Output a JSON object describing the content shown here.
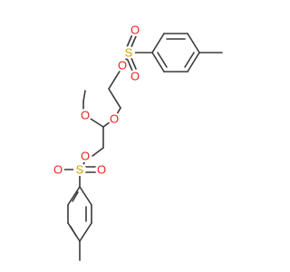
{
  "molecule": {
    "atom_colors": {
      "O": "#e8231c",
      "S": "#c9a400"
    },
    "atoms": {
      "s_top": {
        "label": "S"
      },
      "o_top_ester": {
        "label": "O"
      },
      "o_top_sulfonyl_a": {
        "label": "O"
      },
      "o_top_sulfonyl_b": {
        "label": "O"
      },
      "o_ether": {
        "label": "O"
      },
      "o_methoxy": {
        "label": "O"
      },
      "o_bottom_ester": {
        "label": "O"
      },
      "s_bottom": {
        "label": "S"
      },
      "o_bottom_sulfonyl_a": {
        "label": "O"
      },
      "o_bottom_sulfonyl_b": {
        "label": "O"
      }
    }
  }
}
